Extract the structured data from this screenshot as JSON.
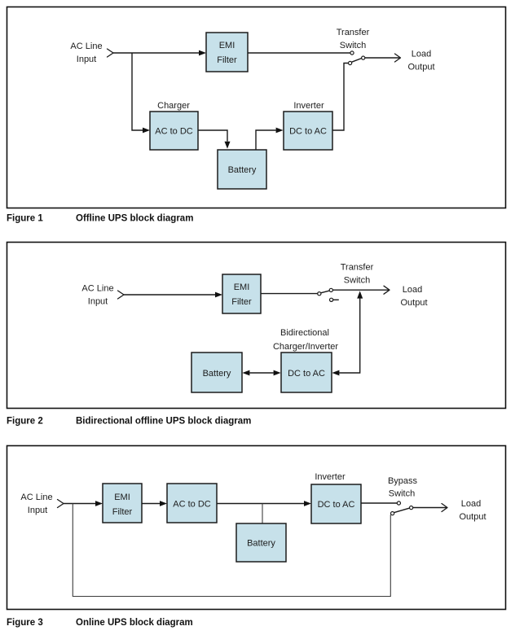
{
  "colors": {
    "box_fill": "#c7e1ea",
    "box_stroke": "#1c1c1c",
    "wire": "#1a1a1a",
    "text": "#1c1c1c",
    "frame": "#111111",
    "background": "#ffffff"
  },
  "fig1": {
    "caption_label": "Figure 1",
    "caption_title": "Offline UPS block diagram",
    "ac_line_1": "AC Line",
    "ac_line_2": "Input",
    "emi_1": "EMI",
    "emi_2": "Filter",
    "transfer_1": "Transfer",
    "transfer_2": "Switch",
    "load_1": "Load",
    "load_2": "Output",
    "charger_label": "Charger",
    "ac_to_dc": "AC to DC",
    "battery": "Battery",
    "inverter_label": "Inverter",
    "dc_to_ac": "DC to AC"
  },
  "fig2": {
    "caption_label": "Figure 2",
    "caption_title": "Bidirectional offline UPS block diagram",
    "ac_line_1": "AC Line",
    "ac_line_2": "Input",
    "emi_1": "EMI",
    "emi_2": "Filter",
    "transfer_1": "Transfer",
    "transfer_2": "Switch",
    "load_1": "Load",
    "load_2": "Output",
    "bidi_1": "Bidirectional",
    "bidi_2": "Charger/Inverter",
    "battery": "Battery",
    "dc_to_ac": "DC to AC"
  },
  "fig3": {
    "caption_label": "Figure 3",
    "caption_title": "Online UPS block diagram",
    "ac_line_1": "AC Line",
    "ac_line_2": "Input",
    "emi_1": "EMI",
    "emi_2": "Filter",
    "ac_to_dc": "AC to DC",
    "battery": "Battery",
    "inverter_label": "Inverter",
    "dc_to_ac": "DC to AC",
    "bypass_1": "Bypass",
    "bypass_2": "Switch",
    "load_1": "Load",
    "load_2": "Output"
  }
}
